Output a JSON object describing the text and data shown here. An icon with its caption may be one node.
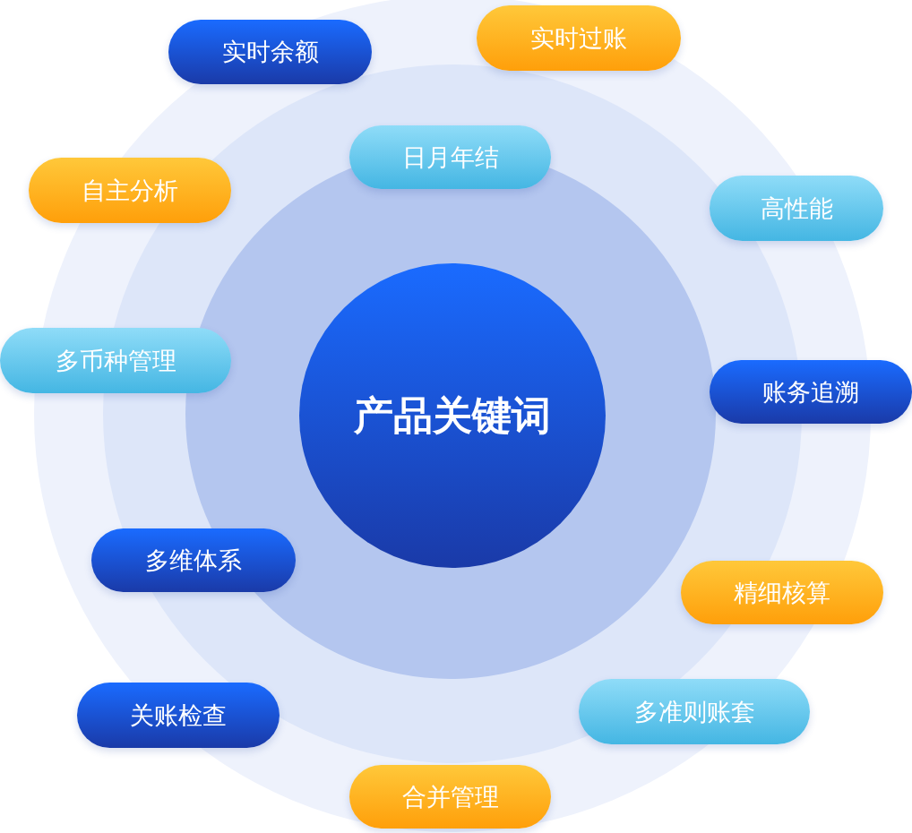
{
  "diagram": {
    "nodes": [
      {
        "text": [
          "产品关键词"
        ]
      },
      {
        "text": [
          "实时余额"
        ]
      },
      {
        "text": [
          "实时过账"
        ]
      },
      {
        "text": [
          "日月年结"
        ]
      },
      {
        "text": [
          "自主分析"
        ]
      },
      {
        "text": [
          "高性能"
        ]
      },
      {
        "text": [
          "多币种管理"
        ]
      },
      {
        "text": [
          "账务追溯"
        ]
      },
      {
        "text": [
          "多维体系"
        ]
      },
      {
        "text": [
          "精细核算"
        ]
      },
      {
        "text": [
          "关账检查"
        ]
      },
      {
        "text": [
          "多准则账套"
        ]
      },
      {
        "text": [
          "合并管理"
        ]
      }
    ]
  }
}
